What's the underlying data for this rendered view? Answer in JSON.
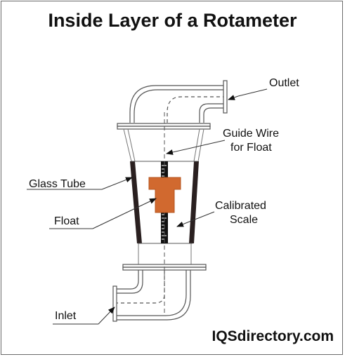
{
  "title": "Inside Layer of a Rotameter",
  "labels": {
    "outlet": "Outlet",
    "guide_wire_line1": "Guide Wire",
    "guide_wire_line2": "for Float",
    "glass_tube": "Glass Tube",
    "float": "Float",
    "calibrated_line1": "Calibrated",
    "calibrated_line2": "Scale",
    "inlet": "Inlet"
  },
  "brand": "IQSdirectory.com",
  "colors": {
    "float": "#d1692f",
    "line": "#555555",
    "scale": "#111111",
    "tube_wall": "#2a2020"
  }
}
